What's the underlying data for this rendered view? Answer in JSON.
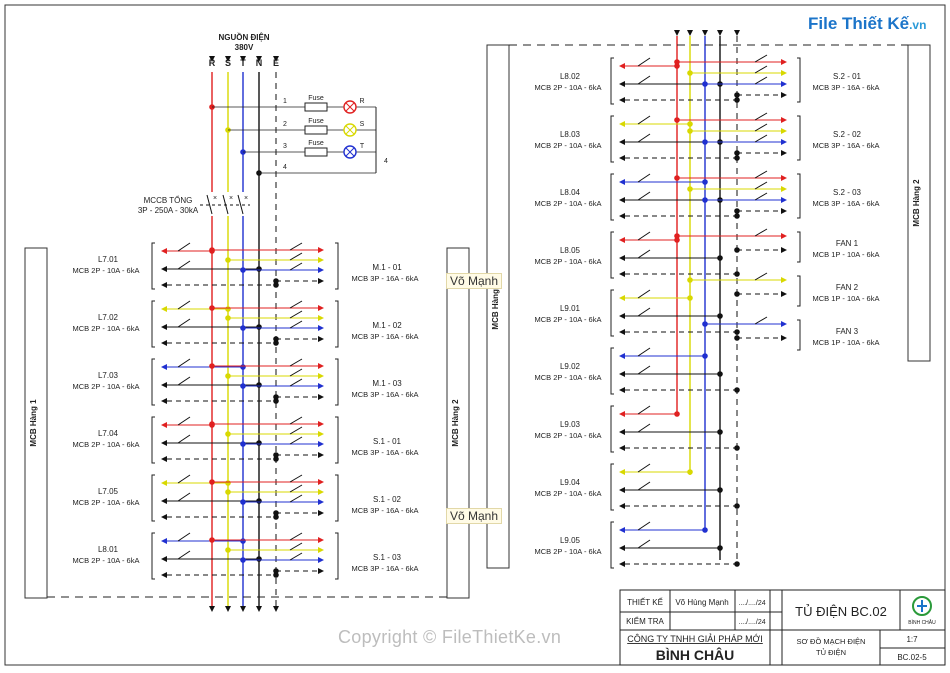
{
  "source": {
    "title": "NGUỒN ĐIỆN",
    "voltage": "380V",
    "lines": [
      "R",
      "S",
      "T",
      "N",
      "E"
    ]
  },
  "fuses": [
    {
      "num": "1",
      "label": "Fuse",
      "phase": "R"
    },
    {
      "num": "2",
      "label": "Fuse",
      "phase": "S"
    },
    {
      "num": "3",
      "label": "Fuse",
      "phase": "T"
    },
    {
      "num": "4",
      "label": "",
      "phase": ""
    }
  ],
  "fuse_right_num": "4",
  "mccb": {
    "title": "MCCB TỔNG",
    "spec": "3P - 250A - 30kA"
  },
  "left_breakers": [
    {
      "name": "L7.01",
      "spec": "MCB 2P - 10A - 6kA"
    },
    {
      "name": "L7.02",
      "spec": "MCB 2P - 10A - 6kA"
    },
    {
      "name": "L7.03",
      "spec": "MCB 2P - 10A - 6kA"
    },
    {
      "name": "L7.04",
      "spec": "MCB 2P - 10A - 6kA"
    },
    {
      "name": "L7.05",
      "spec": "MCB 2P - 10A - 6kA"
    },
    {
      "name": "L8.01",
      "spec": "MCB 2P - 10A - 6kA"
    }
  ],
  "middle_breakers": [
    {
      "name": "M.1 - 01",
      "spec": "MCB 3P - 16A - 6kA"
    },
    {
      "name": "M.1 - 02",
      "spec": "MCB 3P - 16A - 6kA"
    },
    {
      "name": "M.1 - 03",
      "spec": "MCB 3P - 16A - 6kA"
    },
    {
      "name": "S.1 - 01",
      "spec": "MCB 3P - 16A - 6kA"
    },
    {
      "name": "S.1 - 02",
      "spec": "MCB 3P - 16A - 6kA"
    },
    {
      "name": "S.1 - 03",
      "spec": "MCB 3P - 16A - 6kA"
    }
  ],
  "right_left_breakers": [
    {
      "name": "L8.02",
      "spec": "MCB 2P - 10A - 6kA"
    },
    {
      "name": "L8.03",
      "spec": "MCB 2P - 10A - 6kA"
    },
    {
      "name": "L8.04",
      "spec": "MCB 2P - 10A - 6kA"
    },
    {
      "name": "L8.05",
      "spec": "MCB 2P - 10A - 6kA"
    },
    {
      "name": "L9.01",
      "spec": "MCB 2P - 10A - 6kA"
    },
    {
      "name": "L9.02",
      "spec": "MCB 2P - 10A - 6kA"
    },
    {
      "name": "L9.03",
      "spec": "MCB 2P - 10A - 6kA"
    },
    {
      "name": "L9.04",
      "spec": "MCB 2P - 10A - 6kA"
    },
    {
      "name": "L9.05",
      "spec": "MCB 2P - 10A - 6kA"
    }
  ],
  "right_right_breakers": [
    {
      "name": "S.2 - 01",
      "spec": "MCB 3P - 16A - 6kA"
    },
    {
      "name": "S.2 - 02",
      "spec": "MCB 3P - 16A - 6kA"
    },
    {
      "name": "S.2 - 03",
      "spec": "MCB 3P - 16A - 6kA"
    },
    {
      "name": "FAN 1",
      "spec": "MCB 1P - 10A - 6kA"
    },
    {
      "name": "FAN 2",
      "spec": "MCB 1P - 10A - 6kA"
    },
    {
      "name": "FAN 3",
      "spec": "MCB 1P - 10A - 6kA"
    }
  ],
  "rows": {
    "left_row": "MCB  Hàng 1",
    "mid_row": "MCB  Hàng 2",
    "right_row1": "MCB  Hàng 1",
    "right_row2": "MCB  Hàng 2"
  },
  "signatures": [
    "Võ Mạnh",
    "Võ Mạnh"
  ],
  "title_block": {
    "designed_label": "THIẾT KẾ",
    "designer": "Võ Hùng Mạnh",
    "designed_date": "..../..../24",
    "checked_label": "KIỂM TRA",
    "checked_date": "..../..../24",
    "company_line1": "CÔNG TY TNHH GIẢI PHÁP MỚI",
    "company_line2": "BÌNH CHÂU",
    "panel_title": "TỦ ĐIỆN BC.02",
    "drawing_title_1": "SƠ ĐỒ MẠCH ĐIỆN",
    "drawing_title_2": "TỦ ĐIỆN",
    "scale": "1:7",
    "sheet": "BC.02-5",
    "logo_text": "BÌNH CHÂU"
  },
  "watermark": "Copyright © FileThietKe.vn",
  "site_logo": {
    "main": "File Thiết Kế",
    "suffix": ".vn"
  },
  "colors": {
    "R": "#e02020",
    "S": "#d8d800",
    "T": "#2030d0",
    "N": "#111111",
    "E": "#111111"
  }
}
